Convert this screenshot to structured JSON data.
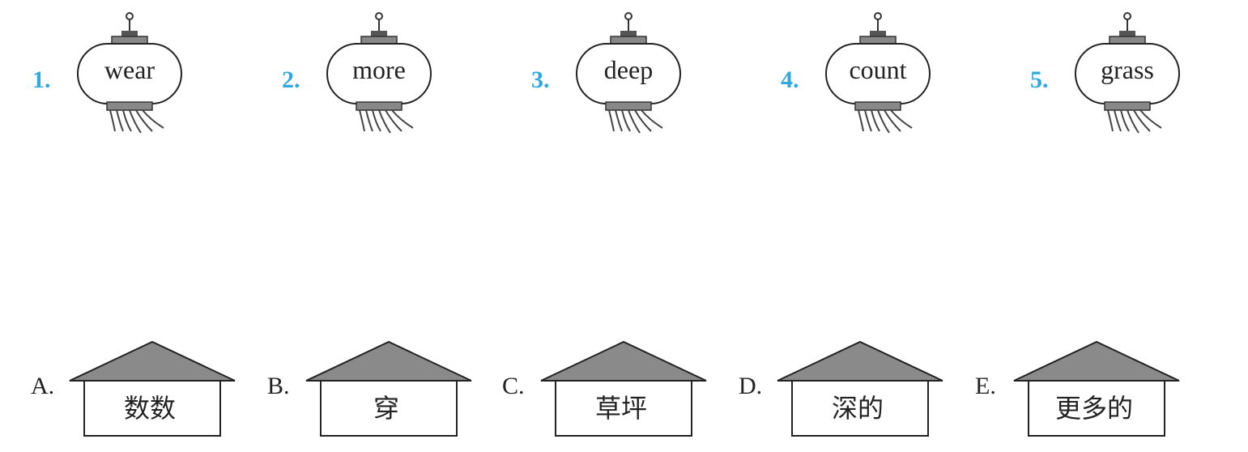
{
  "lanterns": [
    {
      "num": "1.",
      "word": "wear"
    },
    {
      "num": "2.",
      "word": "more"
    },
    {
      "num": "3.",
      "word": "deep"
    },
    {
      "num": "4.",
      "word": "count"
    },
    {
      "num": "5.",
      "word": "grass"
    }
  ],
  "houses": [
    {
      "letter": "A.",
      "text": "数数"
    },
    {
      "letter": "B.",
      "text": "穿"
    },
    {
      "letter": "C.",
      "text": "草坪"
    },
    {
      "letter": "D.",
      "text": "深的"
    },
    {
      "letter": "E.",
      "text": "更多的"
    }
  ],
  "colors": {
    "number_blue": "#2fa9e0",
    "roof_gray": "#8a8a8a"
  }
}
